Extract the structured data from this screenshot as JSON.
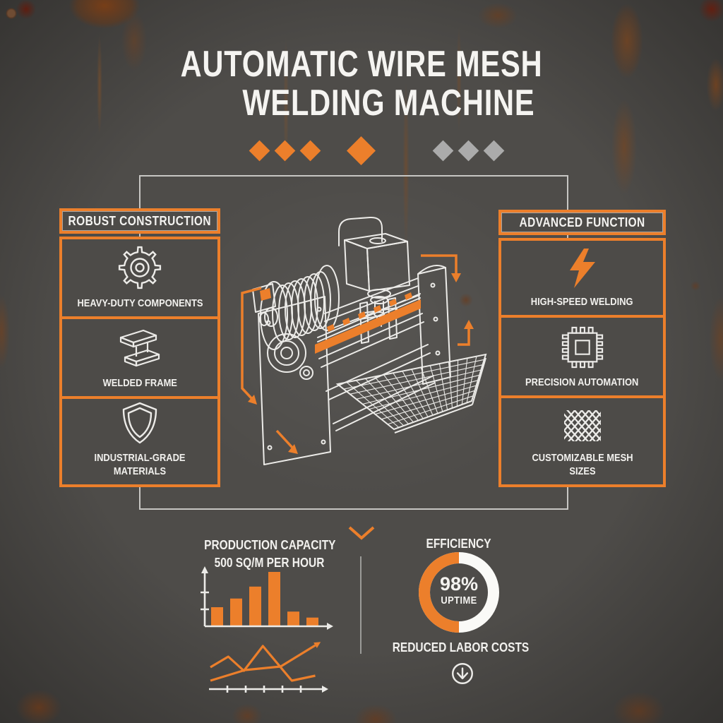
{
  "title": {
    "line1": "AUTOMATIC WIRE MESH",
    "line2": "WELDING MACHINE"
  },
  "panels": {
    "left": {
      "header": "ROBUST CONSTRUCTION",
      "items": [
        {
          "icon": "gear-icon",
          "label": "HEAVY-DUTY COMPONENTS"
        },
        {
          "icon": "ibeam-icon",
          "label": "WELDED FRAME"
        },
        {
          "icon": "shield-icon",
          "label": "INDUSTRIAL-GRADE MATERIALS"
        }
      ]
    },
    "right": {
      "header": "ADVANCED FUNCTION",
      "items": [
        {
          "icon": "lightning-icon",
          "label": "HIGH-SPEED WELDING"
        },
        {
          "icon": "chip-icon",
          "label": "PRECISION AUTOMATION"
        },
        {
          "icon": "mesh-icon",
          "label": "CUSTOMIZABLE MESH SIZES"
        }
      ]
    }
  },
  "stats": {
    "production_title": "PRODUCTION CAPACITY",
    "production_subtitle": "500 SQ/M PER HOUR",
    "efficiency_title": "EFFICIENCY",
    "efficiency_value": "98%",
    "efficiency_label": "UPTIME",
    "labor_note": "REDUCED LABOR COSTS"
  },
  "decorations": {
    "diamonds": {
      "orange_small": 3,
      "orange_large": 1,
      "gray_small": 3
    },
    "machine": "white line-art isometric wire mesh welding machine with wire spool, welding head, orange roller and output mesh tray"
  },
  "colors": {
    "accent": "#EC7F2B",
    "diamond_gray": "#ABABAB",
    "frame_line": "#C7C6C3",
    "text": "#F4F3F0",
    "background": "#4E4C49"
  },
  "chart_data": [
    {
      "type": "bar",
      "name": "production-capacity-bars",
      "title": "PRODUCTION CAPACITY 500 SQ/M PER HOUR",
      "categories": [
        "",
        "",
        "",
        "",
        "",
        ""
      ],
      "values": [
        35,
        51,
        73,
        100,
        27,
        16
      ],
      "ylim": [
        0,
        100
      ],
      "unit": "relative output (unlabeled axes)",
      "bar_color": "#EC7F2B",
      "axis_style": "white arrowed axes, two unlabeled y ticks, no gridlines"
    },
    {
      "type": "line",
      "name": "output-trend-lines",
      "axis_style": "white arrowed x axis with 5 unlabeled ticks",
      "line_color": "#EC7F2B",
      "series": [
        {
          "name": "zigzag-output",
          "x": [
            0,
            16,
            30,
            47,
            73,
            94
          ],
          "values": [
            28,
            43,
            23,
            58,
            9,
            16
          ],
          "arrow": false
        },
        {
          "name": "rising-trend",
          "x": [
            0,
            31,
            63,
            94
          ],
          "values": [
            9,
            24,
            29,
            59
          ],
          "arrow": true
        }
      ]
    },
    {
      "type": "pie",
      "subtype": "donut",
      "name": "efficiency-donut",
      "title": "EFFICIENCY",
      "center_text": "98% UPTIME",
      "uptime_percent": 98,
      "segments": [
        {
          "label": "orange-half",
          "value": 50,
          "color": "#EC7F2B"
        },
        {
          "label": "white-half",
          "value": 50,
          "color": "#FFFFFF"
        }
      ]
    }
  ]
}
